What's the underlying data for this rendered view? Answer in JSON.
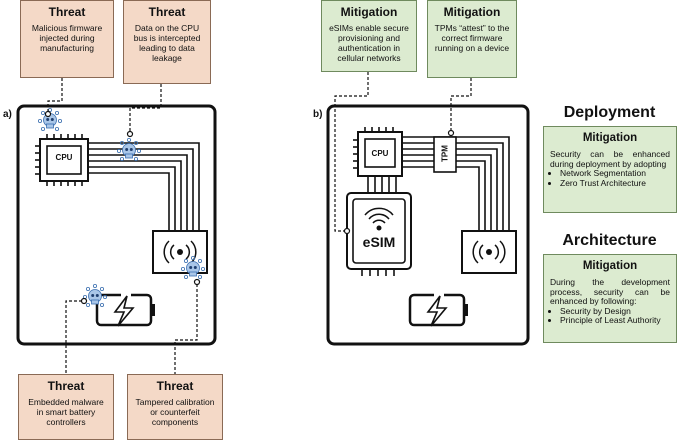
{
  "panel_a": {
    "label": "a)",
    "threats": [
      {
        "heading": "Threat",
        "text": "Malicious firmware injected during manufacturing"
      },
      {
        "heading": "Threat",
        "text": "Data on the CPU bus is intercepted leading to data leakage"
      },
      {
        "heading": "Threat",
        "text": "Embedded malware in smart battery controllers"
      },
      {
        "heading": "Threat",
        "text": "Tampered calibration or counterfeit components"
      }
    ],
    "cpu_label": "CPU"
  },
  "panel_b": {
    "label": "b)",
    "mitigations": [
      {
        "heading": "Mitigation",
        "text": "eSIMs enable secure provisioning and authentication in cellular networks"
      },
      {
        "heading": "Mitigation",
        "text": "TPMs “attest” to the correct firmware running on a device"
      }
    ],
    "cpu_label": "CPU",
    "tpm_label": "TPM",
    "esim_label": "eSIM"
  },
  "deployment": {
    "title": "Deployment",
    "box_heading": "Mitigation",
    "text": "Security can be enhanced during deployment by adopting",
    "bullets": [
      "Network Segmentation",
      "Zero Trust Architecture"
    ]
  },
  "architecture": {
    "title": "Architecture",
    "box_heading": "Mitigation",
    "text": "During the development process, security can be enhanced by following:",
    "bullets": [
      "Security by Design",
      "Principle of Least Authority"
    ]
  },
  "colors": {
    "threat_fill": "#f4d9c7",
    "mitigation_fill": "#dcebd0",
    "skull": "#a9c6e8"
  }
}
